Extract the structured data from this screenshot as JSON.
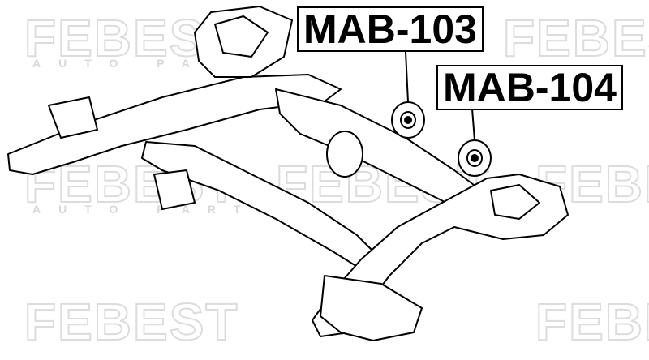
{
  "watermark": {
    "brand": "FEBEST",
    "tagline": "AUTO PARTS"
  },
  "labels": [
    {
      "part_number": "MAB-103"
    },
    {
      "part_number": "MAB-104"
    }
  ]
}
